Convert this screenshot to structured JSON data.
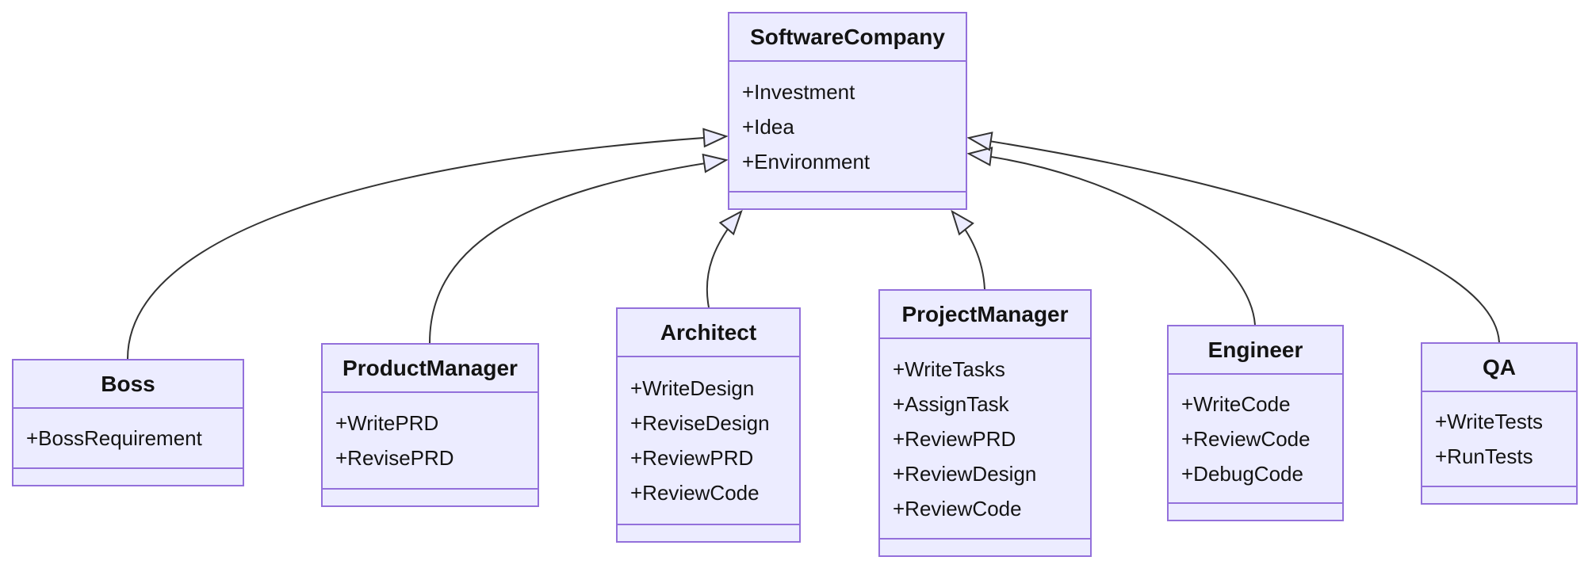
{
  "diagram": {
    "type": "uml-class-diagram",
    "classes": [
      {
        "name": "SoftwareCompany",
        "members": [
          "+Investment",
          "+Idea",
          "+Environment"
        ]
      },
      {
        "name": "Boss",
        "members": [
          "+BossRequirement"
        ]
      },
      {
        "name": "ProductManager",
        "members": [
          "+WritePRD",
          "+RevisePRD"
        ]
      },
      {
        "name": "Architect",
        "members": [
          "+WriteDesign",
          "+ReviseDesign",
          "+ReviewPRD",
          "+ReviewCode"
        ]
      },
      {
        "name": "ProjectManager",
        "members": [
          "+WriteTasks",
          "+AssignTask",
          "+ReviewPRD",
          "+ReviewDesign",
          "+ReviewCode"
        ]
      },
      {
        "name": "Engineer",
        "members": [
          "+WriteCode",
          "+ReviewCode",
          "+DebugCode"
        ]
      },
      {
        "name": "QA",
        "members": [
          "+WriteTests",
          "+RunTests"
        ]
      }
    ],
    "relations": [
      {
        "from": "Boss",
        "to": "SoftwareCompany",
        "type": "inheritance"
      },
      {
        "from": "ProductManager",
        "to": "SoftwareCompany",
        "type": "inheritance"
      },
      {
        "from": "Architect",
        "to": "SoftwareCompany",
        "type": "inheritance"
      },
      {
        "from": "ProjectManager",
        "to": "SoftwareCompany",
        "type": "inheritance"
      },
      {
        "from": "Engineer",
        "to": "SoftwareCompany",
        "type": "inheritance"
      },
      {
        "from": "QA",
        "to": "SoftwareCompany",
        "type": "inheritance"
      }
    ],
    "colors": {
      "node_fill": "#ECECFF",
      "node_border": "#9370DB",
      "edge": "#333333",
      "text": "#131313",
      "background": "#ffffff"
    }
  }
}
